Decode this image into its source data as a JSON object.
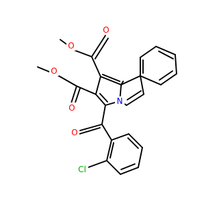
{
  "colors": {
    "background": "#ffffff",
    "bond": "#000000",
    "oxygen": "#ff0000",
    "nitrogen": "#0000ff",
    "chlorine": "#00aa00"
  },
  "atoms": {
    "o_ester1_carbonyl": {
      "label": "O",
      "color_key": "oxygen"
    },
    "o_ester1_ether": {
      "label": "O",
      "color_key": "oxygen"
    },
    "o_ester2_ether": {
      "label": "O",
      "color_key": "oxygen"
    },
    "o_ester2_carbonyl": {
      "label": "O",
      "color_key": "oxygen"
    },
    "n_ring": {
      "label": "N",
      "color_key": "nitrogen"
    },
    "o_ketone": {
      "label": "O",
      "color_key": "oxygen"
    },
    "cl_substituent": {
      "label": "Cl",
      "color_key": "chlorine"
    }
  }
}
